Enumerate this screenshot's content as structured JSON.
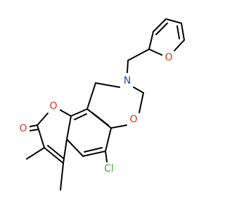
{
  "molecule": {
    "atoms": {
      "N": "N",
      "O_furan": "O",
      "O_carbonyl": "O",
      "O_pyranone": "O",
      "O_oxazine": "O",
      "Cl": "Cl"
    }
  },
  "colors": {
    "bond": "#000000",
    "nitrogen": "#2a46c8",
    "oxygen": "#e0301e",
    "chlorine": "#3caa3c"
  }
}
